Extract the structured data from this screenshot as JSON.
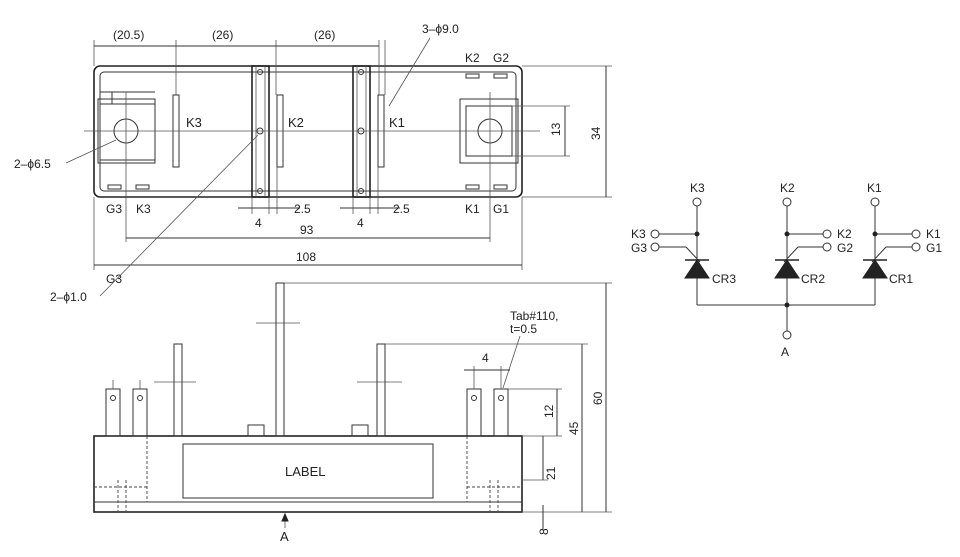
{
  "top_view": {
    "dim_20_5": "(20.5)",
    "dim_26_a": "(26)",
    "dim_26_b": "(26)",
    "hole_3_phi9": "3–ϕ9.0",
    "term_K2_top": "K2",
    "term_G2_top": "G2",
    "term_K3": "K3",
    "term_K2": "K2",
    "term_K1": "K1",
    "dim_13": "13",
    "dim_34": "34",
    "hole_2_phi6_5": "2–ϕ6.5",
    "term_G3_bottom": "G3",
    "term_K3_bottom": "K3",
    "term_K1_bottom": "K1",
    "term_G1_bottom": "G1",
    "dim_4_a": "4",
    "dim_2_5_a": "2.5",
    "dim_4_b": "4",
    "dim_2_5_b": "2.5",
    "dim_93": "93",
    "dim_108": "108",
    "term_G3_lead": "G3",
    "hole_2_phi1": "2–ϕ1.0"
  },
  "side_view": {
    "tab_note_line1": "Tab#110,",
    "tab_note_line2": "t=0.5",
    "dim_4": "4",
    "dim_12": "12",
    "dim_45": "45",
    "dim_60": "60",
    "dim_21": "21",
    "dim_8": "8",
    "label_text": "LABEL",
    "anode": "A"
  },
  "schematic": {
    "top_K3": "K3",
    "top_K2": "K2",
    "top_K1": "K1",
    "left_K3": "K3",
    "left_G3": "G3",
    "right_K2": "K2",
    "right_G2": "G2",
    "right_K1": "K1",
    "right_G1": "G1",
    "cr3": "CR3",
    "cr2": "CR2",
    "cr1": "CR1",
    "anode": "A"
  }
}
